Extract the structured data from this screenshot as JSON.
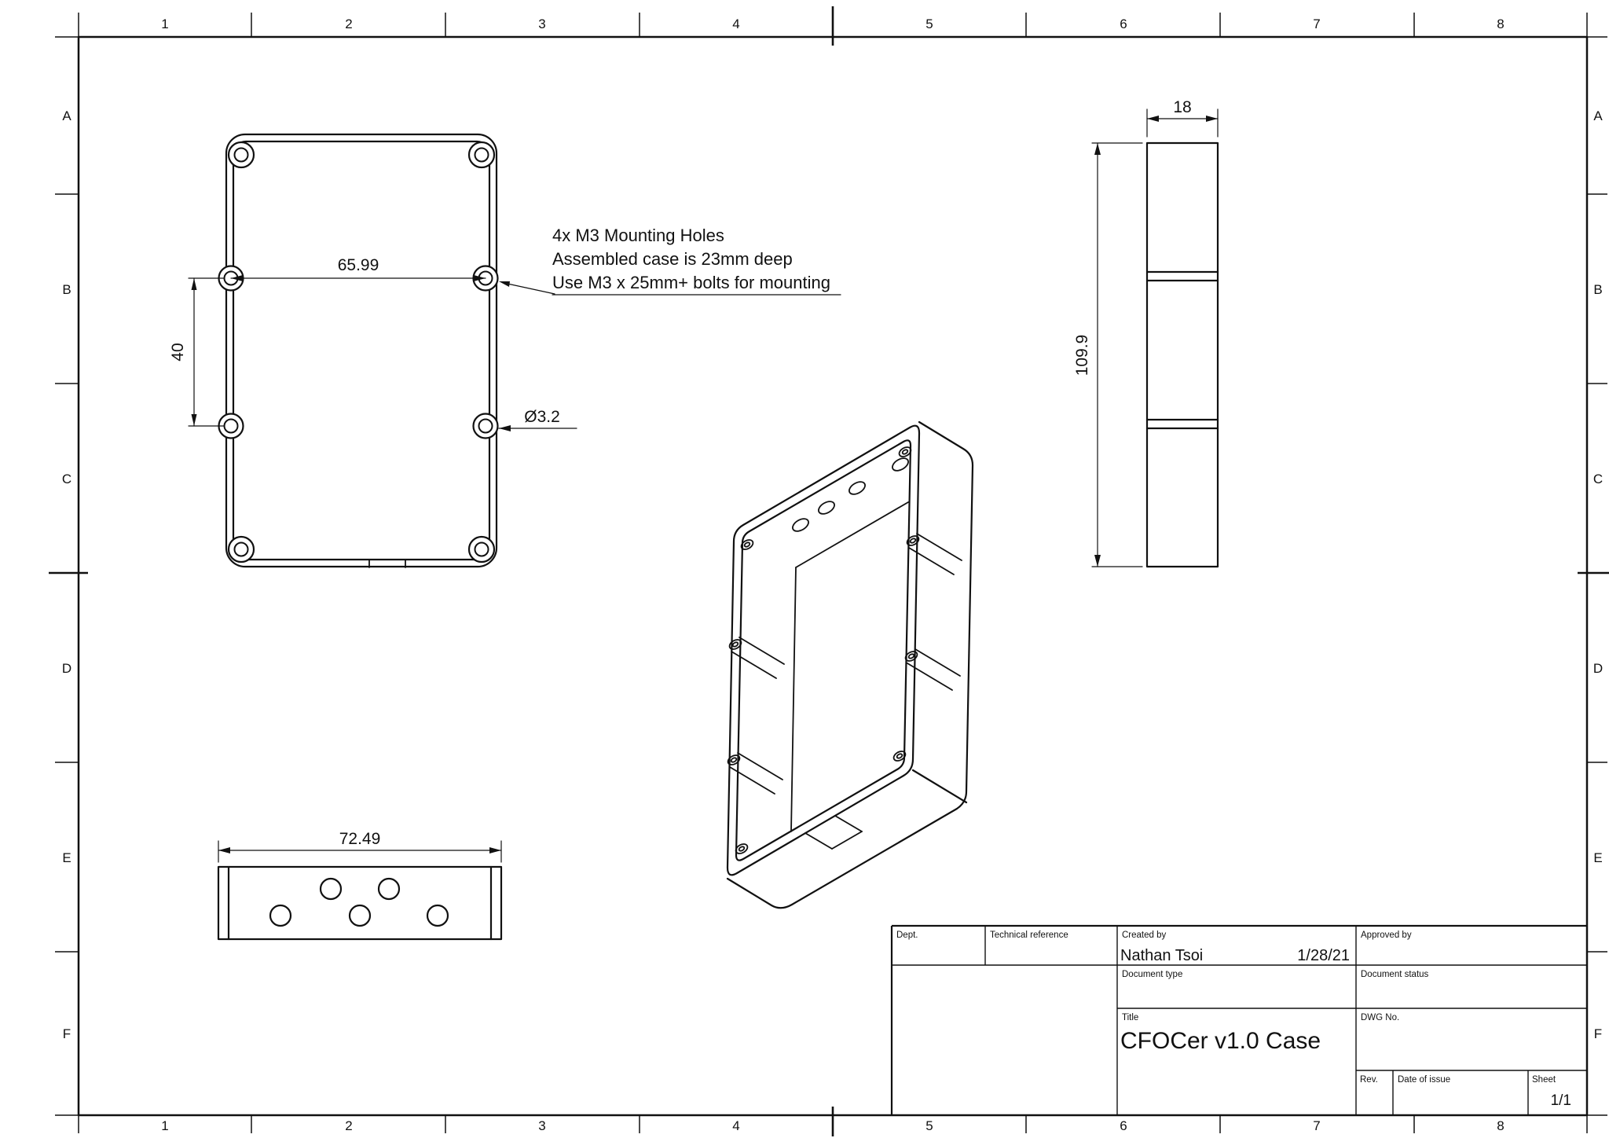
{
  "sheet": {
    "bg": "#ffffff",
    "ink": "#111111"
  },
  "frame": {
    "columns": [
      "1",
      "2",
      "3",
      "4",
      "5",
      "6",
      "7",
      "8"
    ],
    "rows": [
      "A",
      "B",
      "C",
      "D",
      "E",
      "F"
    ]
  },
  "front_view": {
    "dim_hole_span": "65.99",
    "dim_hole_pitch": "40",
    "hole_diameter": "Ø3.2",
    "note_line1": "4x M3 Mounting Holes",
    "note_line2": "Assembled case is 23mm deep",
    "note_line3": "Use M3 x 25mm+ bolts for mounting"
  },
  "side_view": {
    "dim_depth": "18",
    "dim_height": "109.9"
  },
  "bottom_view": {
    "dim_width": "72.49"
  },
  "title_block": {
    "dept_label": "Dept.",
    "technical_reference_label": "Technical reference",
    "created_by_label": "Created by",
    "created_by_value": "Nathan Tsoi",
    "created_date_value": "1/28/21",
    "approved_by_label": "Approved by",
    "document_type_label": "Document type",
    "document_status_label": "Document status",
    "title_label": "Title",
    "title_value": "CFOCer v1.0 Case",
    "dwg_no_label": "DWG No.",
    "rev_label": "Rev.",
    "date_of_issue_label": "Date of issue",
    "sheet_label": "Sheet",
    "sheet_value": "1/1"
  }
}
